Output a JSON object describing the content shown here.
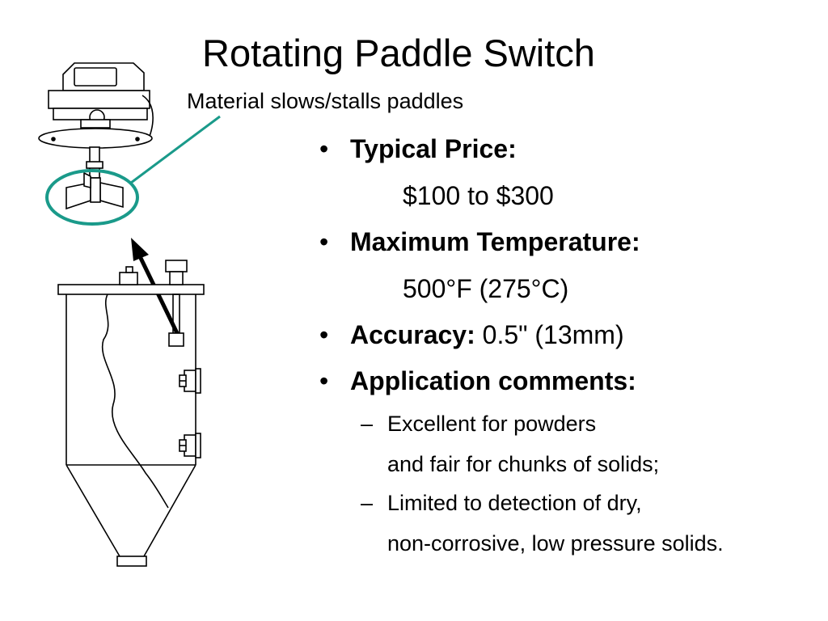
{
  "slide": {
    "title": "Rotating Paddle Switch",
    "caption": "Material slows/stalls paddles",
    "bullet_symbol": "•",
    "dash_symbol": "–",
    "items": [
      {
        "label": "Typical Price:",
        "value": "$100 to $300"
      },
      {
        "label": "Maximum Temperature:",
        "value": "500°F (275°C)"
      },
      {
        "label": "Accuracy:",
        "value": "0.5\" (13mm)"
      },
      {
        "label": "Application comments:"
      }
    ],
    "comments": [
      {
        "line1": "Excellent for powders",
        "line2": "and fair for chunks of solids;"
      },
      {
        "line1": "Limited to detection of dry,",
        "line2": "non-corrosive, low pressure solids."
      }
    ]
  },
  "colors": {
    "callout": "#1a9a8a",
    "ink": "#000000"
  },
  "icons": [
    "paddle-switch-drawing-icon",
    "silo-drawing-icon",
    "arrow-icon"
  ]
}
